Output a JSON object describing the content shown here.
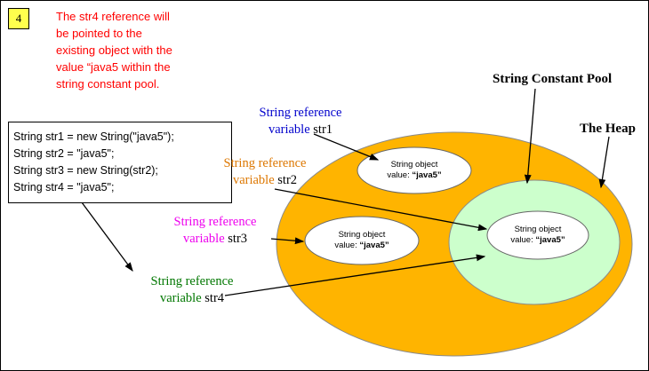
{
  "badge": {
    "number": "4"
  },
  "note": {
    "lines": [
      "The str4 reference will",
      "be pointed to the",
      "existing object with the",
      "value “java5 within the",
      "string constant pool."
    ]
  },
  "code": {
    "lines": [
      "String str1 = new String(\"java5\");",
      "String str2 = \"java5\";",
      "String str3 = new String(str2);",
      "String str4 = \"java5\";"
    ]
  },
  "labels": {
    "str1": {
      "line1": "String reference",
      "line2_prefix": "variable",
      "var_name": "str1"
    },
    "str2": {
      "line1": "String reference",
      "line2_prefix": "variable",
      "var_name": "str2"
    },
    "str3": {
      "line1": "String reference",
      "line2_prefix": "variable",
      "var_name": "str3"
    },
    "str4": {
      "line1": "String reference",
      "line2_prefix": "variable",
      "var_name": "str4"
    }
  },
  "regions": {
    "pool_title": "String Constant Pool",
    "heap_title": "The Heap"
  },
  "objects": {
    "heap_obj1": {
      "line1": "String object",
      "line2_prefix": "value:",
      "value": "“java5”"
    },
    "heap_obj2": {
      "line1": "String object",
      "line2_prefix": "value:",
      "value": "“java5”"
    },
    "pool_obj": {
      "line1": "String object",
      "line2_prefix": "value:",
      "value": "“java5”"
    }
  },
  "colors": {
    "note_red": "#FF0000",
    "heap_fill": "#FFB400",
    "pool_fill": "#CCFFCC",
    "label_str1": "#0000CC",
    "label_str2": "#DD7700",
    "label_str3": "#EE00EE",
    "label_str4": "#007700"
  }
}
